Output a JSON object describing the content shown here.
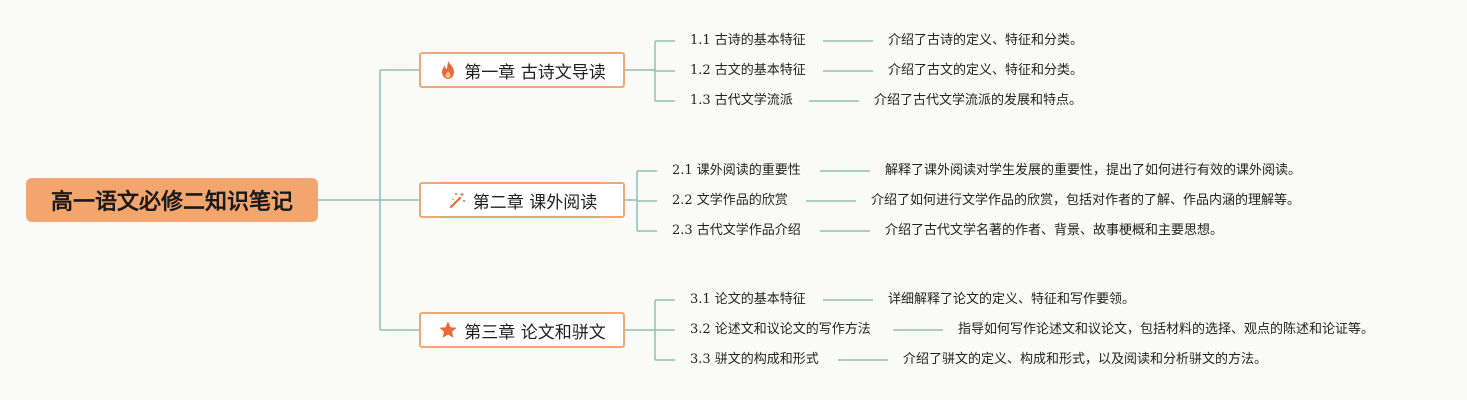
{
  "root": {
    "title": "高一语文必修二知识笔记"
  },
  "chapters": [
    {
      "title": "第一章 古诗文导读",
      "icon": "fire-icon",
      "topics": [
        {
          "label": "1.1 古诗的基本特征",
          "desc": "介绍了古诗的定义、特征和分类。"
        },
        {
          "label": "1.2 古文的基本特征",
          "desc": "介绍了古文的定义、特征和分类。"
        },
        {
          "label": "1.3 古代文学流派",
          "desc": "介绍了古代文学流派的发展和特点。"
        }
      ]
    },
    {
      "title": "第二章 课外阅读",
      "icon": "magic-wand-icon",
      "topics": [
        {
          "label": "2.1 课外阅读的重要性",
          "desc": "解释了课外阅读对学生发展的重要性，提出了如何进行有效的课外阅读。"
        },
        {
          "label": "2.2 文学作品的欣赏",
          "desc": "介绍了如何进行文学作品的欣赏，包括对作者的了解、作品内涵的理解等。"
        },
        {
          "label": "2.3 古代文学作品介绍",
          "desc": "介绍了古代文学名著的作者、背景、故事梗概和主要思想。"
        }
      ]
    },
    {
      "title": "第三章 论文和骈文",
      "icon": "star-icon",
      "topics": [
        {
          "label": "3.1 论文的基本特征",
          "desc": "详细解释了论文的定义、特征和写作要领。"
        },
        {
          "label": "3.2 论述文和议论文的写作方法",
          "desc": "指导如何写作论述文和议论文，包括材料的选择、观点的陈述和论证等。"
        },
        {
          "label": "3.3 骈文的构成和形式",
          "desc": "介绍了骈文的定义、构成和形式，以及阅读和分析骈文的方法。"
        }
      ]
    }
  ],
  "colors": {
    "root_fill": "#f3a56e",
    "chapter_border": "#f0a878",
    "line": "#8fc0ae",
    "icon_fill": "#e8693a"
  }
}
